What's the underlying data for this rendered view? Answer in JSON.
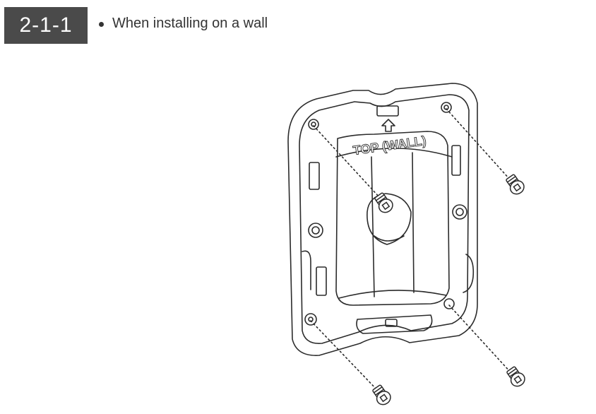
{
  "header": {
    "step_number": "2-1-1",
    "instruction": "When installing on a wall"
  },
  "illustration": {
    "bracket_label": "TOP (WALL)"
  },
  "colors": {
    "badge_background": "#4a4a4a",
    "badge_text": "#ffffff",
    "line_art": "#2b2b2b"
  }
}
